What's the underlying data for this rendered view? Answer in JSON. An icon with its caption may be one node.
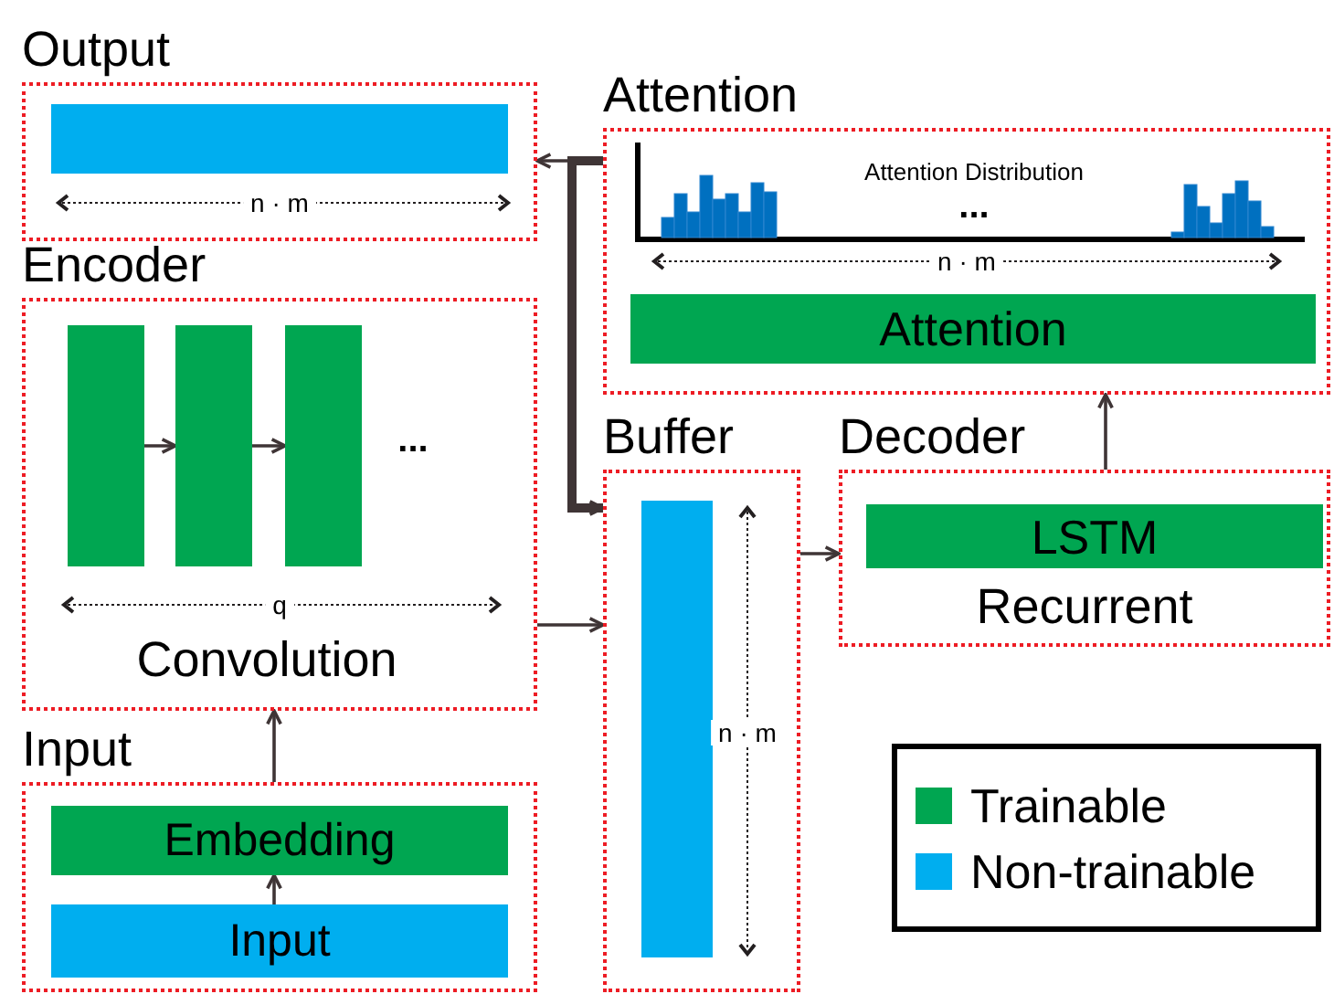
{
  "diagram": {
    "nodes": [
      {
        "text": [
          "Output"
        ]
      },
      {
        "text": [],
        "shape": "bar",
        "in": 0
      },
      {
        "text": [
          "Attention"
        ]
      },
      {
        "text": [
          "Attention"
        ],
        "in": 2
      },
      {
        "text": [
          "Encoder",
          "Convolution"
        ]
      },
      {
        "text": [],
        "shape": "bar",
        "in": 4
      },
      {
        "text": [],
        "shape": "bar",
        "in": 4
      },
      {
        "text": [],
        "shape": "bar",
        "in": 4
      },
      {
        "text": [
          "Buffer"
        ]
      },
      {
        "text": [],
        "shape": "bar",
        "in": 8
      },
      {
        "text": [
          "Decoder",
          "Recurrent"
        ]
      },
      {
        "text": [
          "LSTM"
        ],
        "in": 10
      },
      {
        "text": [
          "Input"
        ]
      },
      {
        "text": [
          "Embedding"
        ],
        "in": 12
      },
      {
        "text": [
          "Input"
        ],
        "in": 12
      }
    ],
    "edges": [
      {
        "from": 5,
        "to": 6,
        "arrow": "to"
      },
      {
        "from": 6,
        "to": 7,
        "arrow": "to"
      },
      {
        "from": 14,
        "to": 13,
        "arrow": "to"
      },
      {
        "from": 12,
        "to": 4,
        "arrow": "to"
      },
      {
        "from": 4,
        "to": 8,
        "arrow": "to"
      },
      {
        "from": 8,
        "to": 10,
        "arrow": "to"
      },
      {
        "from": 10,
        "to": 2,
        "arrow": "to"
      },
      {
        "from": 2,
        "to": 0,
        "arrow": "to"
      },
      {
        "from": 2,
        "to": 8,
        "arrow": "to",
        "style": "thick"
      }
    ],
    "labels": [
      "n · m",
      "Attention Distribution",
      "...",
      "n · m",
      "q",
      "...",
      "n · m"
    ],
    "legend": [
      {
        "text": "Trainable",
        "color": "#00a651"
      },
      {
        "text": "Non-trainable",
        "color": "#00aeef"
      }
    ]
  }
}
